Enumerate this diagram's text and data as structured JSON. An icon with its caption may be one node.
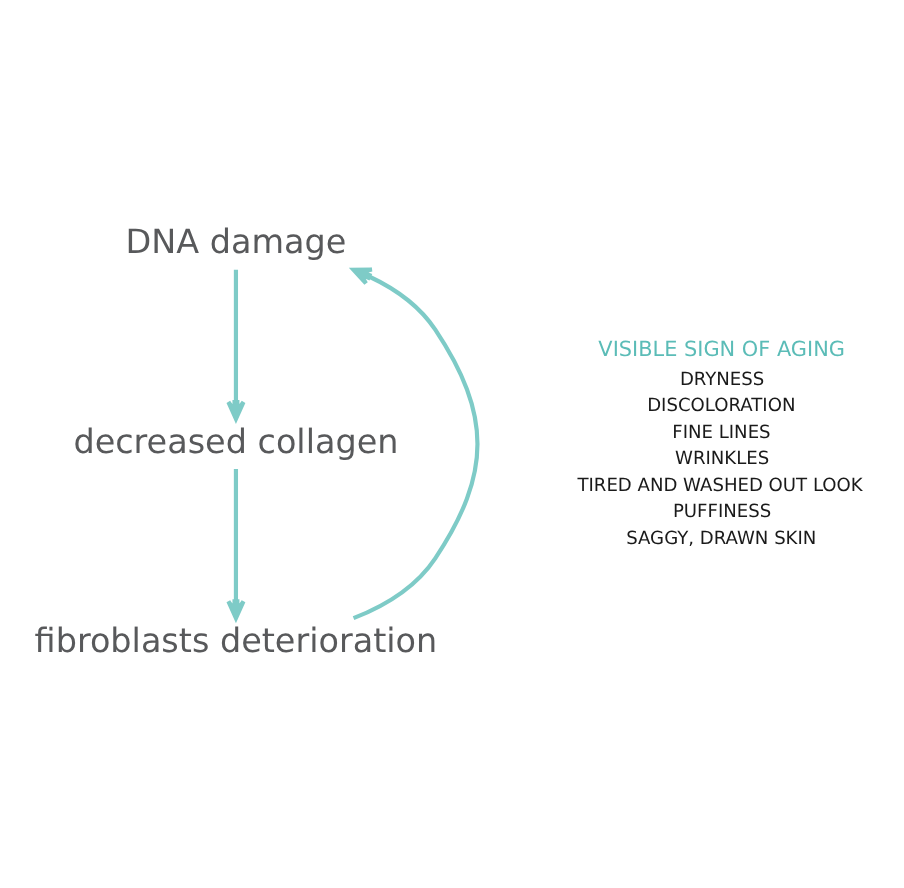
{
  "diagram": {
    "nodes": [
      {
        "text": [
          "DNA damage"
        ]
      },
      {
        "text": [
          "decreased collagen"
        ]
      },
      {
        "text": [
          "fibroblasts deterioration"
        ]
      }
    ],
    "edges": [
      {
        "from": 0,
        "to": 1,
        "arrow": "to"
      },
      {
        "from": 1,
        "to": 2,
        "arrow": "to"
      },
      {
        "from": 2,
        "to": 0,
        "arrow": "to"
      }
    ],
    "labels": [
      "VISIBLE SIGN OF AGING",
      "DRYNESS",
      "DISCOLORATION",
      "FINE LINES",
      "WRINKLES",
      "TIRED AND WASHED OUT LOOK",
      "PUFFINESS",
      "SAGGY, DRAWN SKIN"
    ]
  }
}
